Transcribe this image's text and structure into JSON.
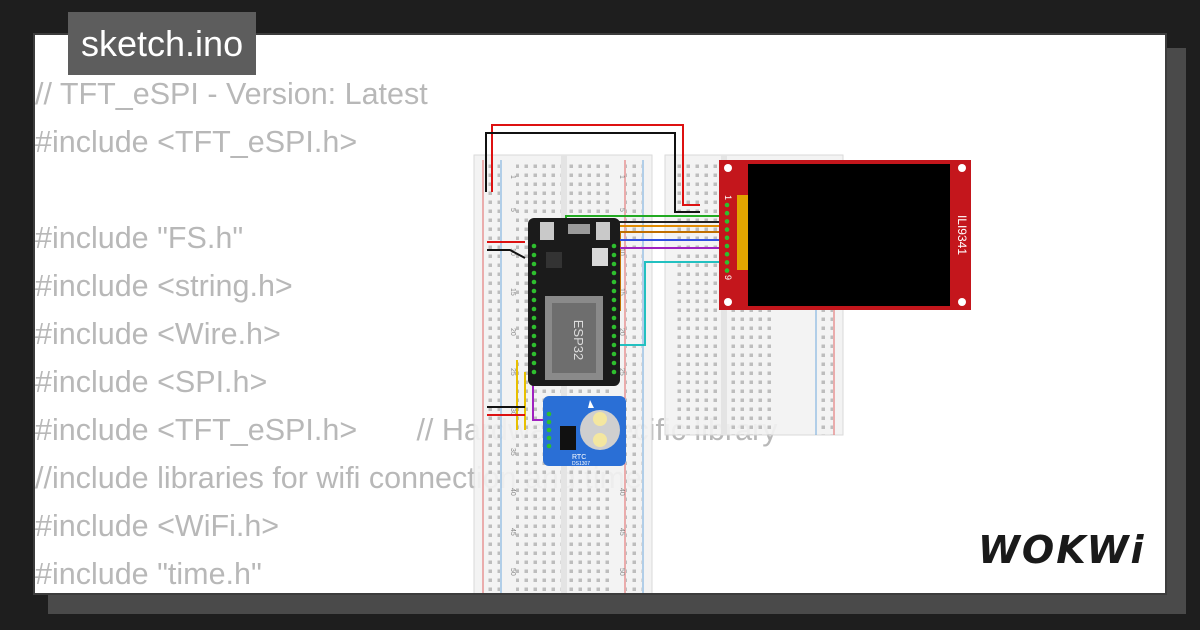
{
  "title": "sketch.ino",
  "code_lines": [
    "// TFT_eSPI - Version: Latest",
    "#include <TFT_eSPI.h>",
    "",
    "#include \"FS.h\"",
    "#include <string.h>",
    "#include <Wire.h>",
    "#include <SPI.h>",
    "#include <TFT_eSPI.h>       // Hardware-specific library",
    "//include libraries for wifi connection and time",
    "#include <WiFi.h>",
    "#include \"time.h\""
  ],
  "components": {
    "esp32_label": "ESP32",
    "display_label": "ILI9341",
    "rtc_label": "RTC",
    "rtc_chip": "DS1307",
    "display_pin_first": "1",
    "display_pin_last": "9"
  },
  "breadboard_rows": [
    "1",
    "5",
    "10",
    "15",
    "20",
    "25",
    "30",
    "35",
    "40",
    "45",
    "50"
  ],
  "logo": "WOKWi",
  "colors": {
    "code_text": "#b8b8b8",
    "pcb_red": "#c4161c",
    "esp32_black": "#1b1b1b",
    "rtc_blue": "#2a6fd6"
  }
}
